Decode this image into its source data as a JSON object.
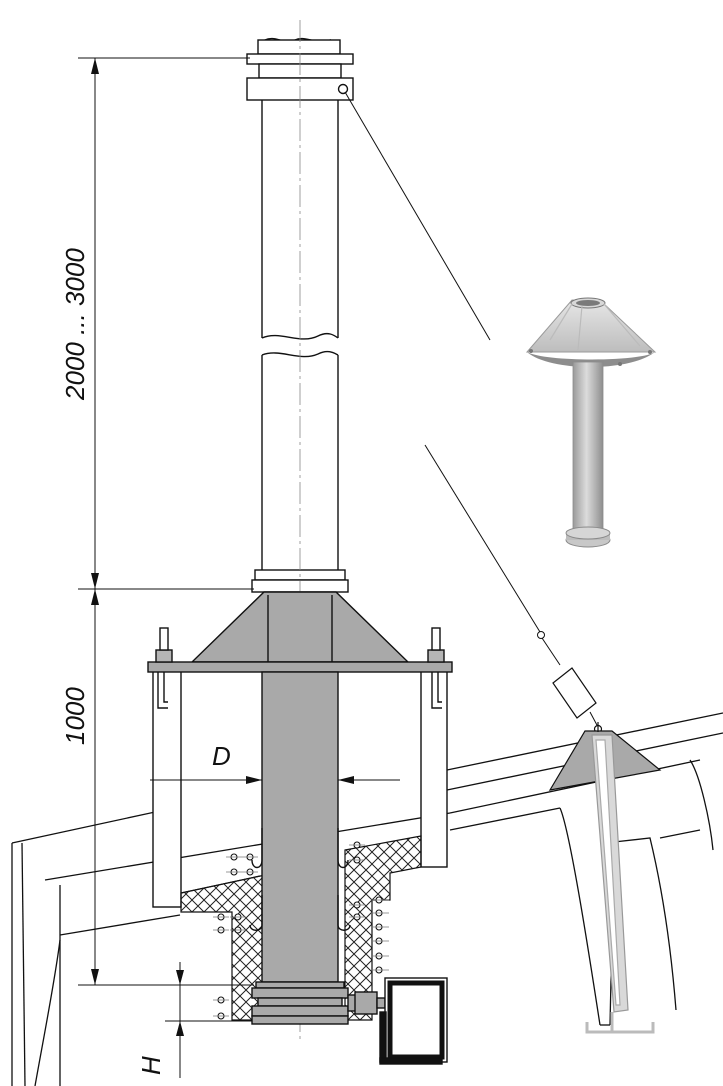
{
  "dimensions": {
    "height_upper": "2000 ... 3000",
    "height_lower": "1000",
    "diameter": "D",
    "insertion": "H"
  },
  "colors": {
    "line": "#111111",
    "metal_fill": "#a9a9a9",
    "insulation_hatch": "#222222",
    "render_fill": "#c4c4c4",
    "thin_line": "#666666"
  }
}
